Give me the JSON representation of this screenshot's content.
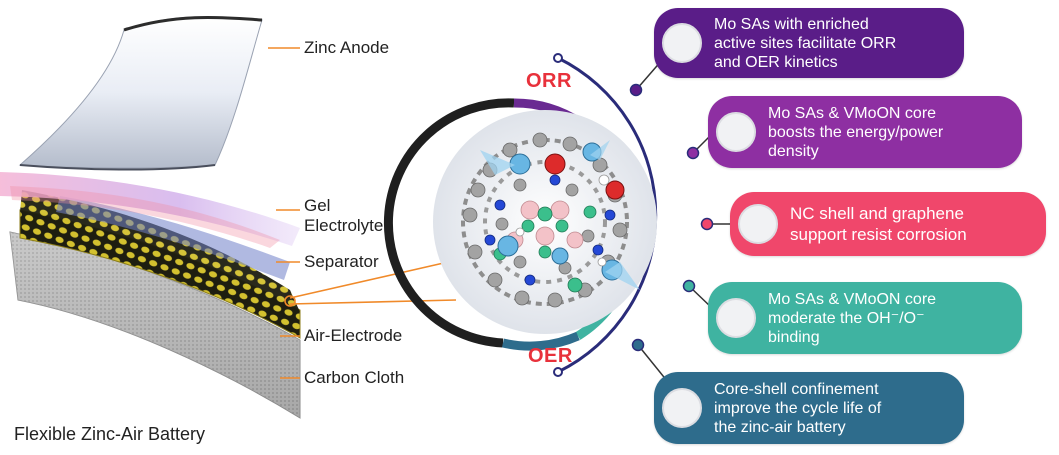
{
  "battery": {
    "caption": "Flexible Zinc-Air Battery",
    "layers": [
      {
        "id": "zinc-anode",
        "label": "Zinc Anode"
      },
      {
        "id": "gel-electrolyte",
        "label": "Gel Electrolyte",
        "line1": "Gel",
        "line2": "Electrolyte"
      },
      {
        "id": "separator",
        "label": "Separator"
      },
      {
        "id": "air-electrode",
        "label": "Air-Electrode"
      },
      {
        "id": "carbon-cloth",
        "label": "Carbon Cloth"
      }
    ]
  },
  "catalyst": {
    "orr_label": "ORR",
    "oer_label": "OER"
  },
  "features": [
    {
      "line1": "Mo SAs with enriched",
      "line2": "active sites facilitate ORR",
      "line3": "and OER kinetics",
      "color": "#5a1d88"
    },
    {
      "line1": "Mo SAs & VMoON core",
      "line2": "boosts the energy/power",
      "line3": "density",
      "color": "#8e2fa2"
    },
    {
      "line1": "NC shell and graphene",
      "line2": "support resist corrosion",
      "line3": "",
      "color": "#f0476b"
    },
    {
      "line1": "Mo SAs & VMoON core",
      "line2": "moderate the OH⁻/O⁻",
      "line3": "binding",
      "color": "#3fb3a1"
    },
    {
      "line1": "Core-shell confinement",
      "line2": "improve the cycle life of",
      "line3": "the zinc-air battery",
      "color": "#2e6c8c"
    }
  ],
  "colors": {
    "arc": "#2a2c7a",
    "leader": "#f08a2a",
    "mesh": "#c6b429",
    "ring_black": "#1f1f1f",
    "ring_purple": "#6a2a92",
    "ring_pink": "#ef4a6d",
    "ring_teal": "#3fb3a1",
    "ring_blue": "#2e6c8c"
  }
}
